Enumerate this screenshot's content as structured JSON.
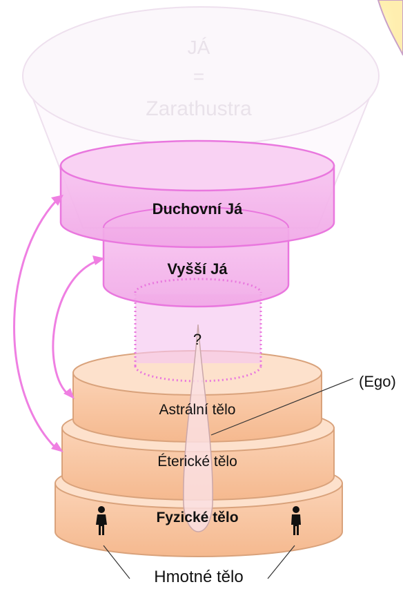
{
  "top": {
    "line1": "JÁ",
    "line2": "=",
    "line3": "Zarathustra"
  },
  "spiritual_self": "Duchovní Já",
  "higher_self": "Vyšší Já",
  "question": "?",
  "ego": "(Ego)",
  "astral_body": "Astrální tělo",
  "etheric_body": "Éterické tělo",
  "physical_body": "Fyzické tělo",
  "material_body": "Hmotné tělo",
  "colors": {
    "pink": "#f4b6ec",
    "pink_stroke": "#e977de",
    "peach": "#f7c29b",
    "peach_stroke": "#c98a5f"
  }
}
